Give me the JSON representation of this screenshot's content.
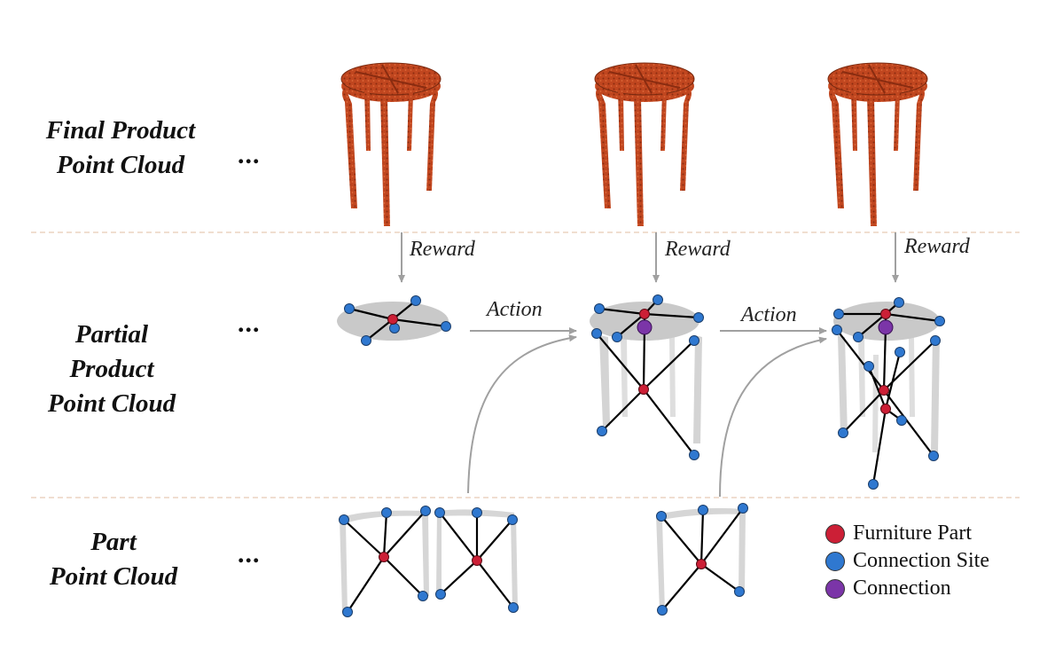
{
  "rows": {
    "final": {
      "label_line1": "Final Product",
      "label_line2": "Point Cloud",
      "ellipsis": "..."
    },
    "partial": {
      "label_line1": "Partial",
      "label_line2": "Product",
      "label_line3": "Point Cloud",
      "ellipsis": "..."
    },
    "part": {
      "label_line1": "Part",
      "label_line2": "Point Cloud",
      "ellipsis": "..."
    }
  },
  "arrows": {
    "reward": "Reward",
    "action": "Action"
  },
  "legend": [
    {
      "label": "Furniture Part",
      "color": "#cc1f36"
    },
    {
      "label": "Connection Site",
      "color": "#2f78d0"
    },
    {
      "label": "Connection",
      "color": "#7b35a8"
    }
  ],
  "colors": {
    "stool": "#c0461f",
    "stool_dark": "#8a2c10",
    "cloud": "#c9c9c9",
    "edge": "#000000",
    "arrow": "#a0a0a0",
    "divider": "#e8c9b5"
  }
}
